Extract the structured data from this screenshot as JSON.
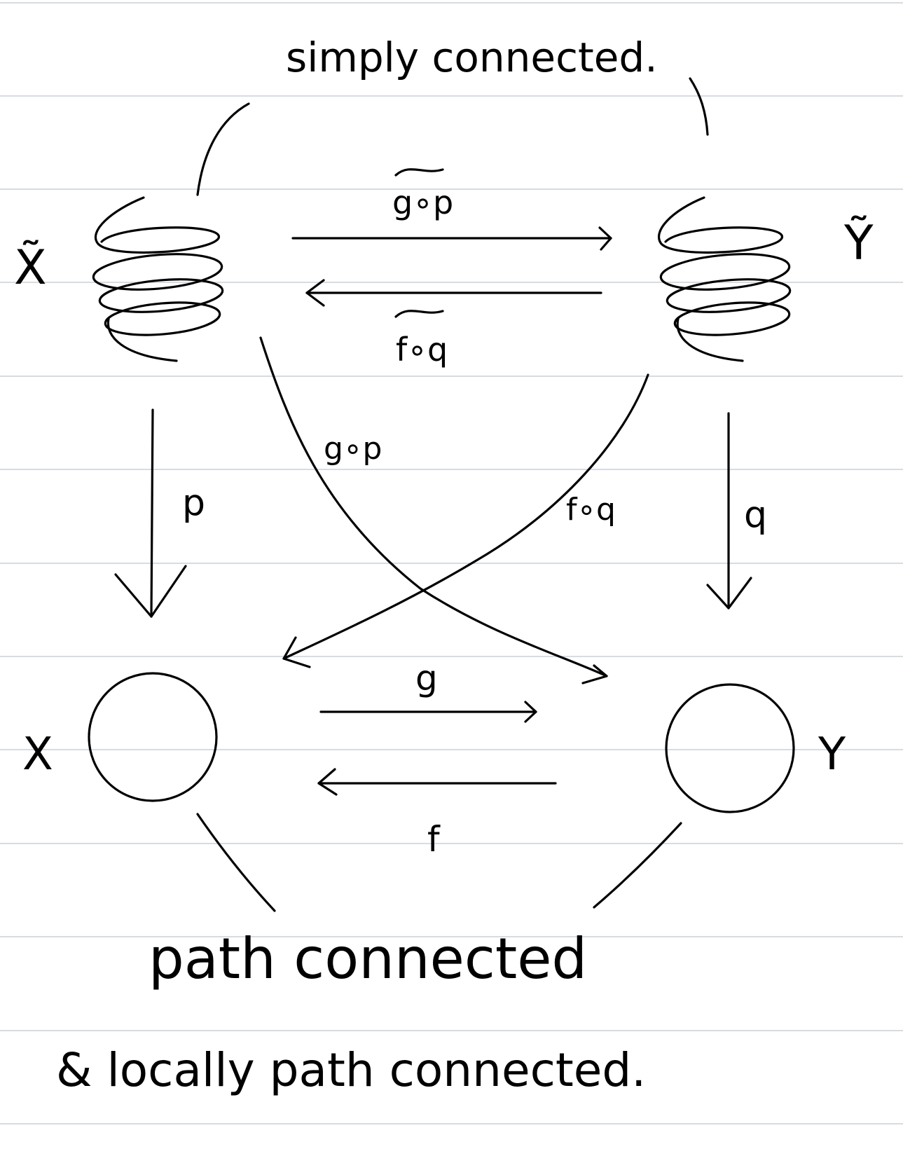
{
  "annotations": {
    "top": "simply connected.",
    "bottom_line1": "path connected",
    "bottom_line2": "& locally path connected."
  },
  "nodes": {
    "x_tilde": "X̃",
    "y_tilde": "Ỹ",
    "x": "X",
    "y": "Y"
  },
  "maps": {
    "g_p_tilde": "g∘p",
    "f_q_tilde": "f∘q",
    "p": "p",
    "q": "q",
    "g_p": "g∘p",
    "f_q": "f∘q",
    "g": "g",
    "f": "f"
  },
  "colors": {
    "ink": "#000000",
    "rule_lines": "#c9d0d8",
    "paper": "#ffffff"
  }
}
